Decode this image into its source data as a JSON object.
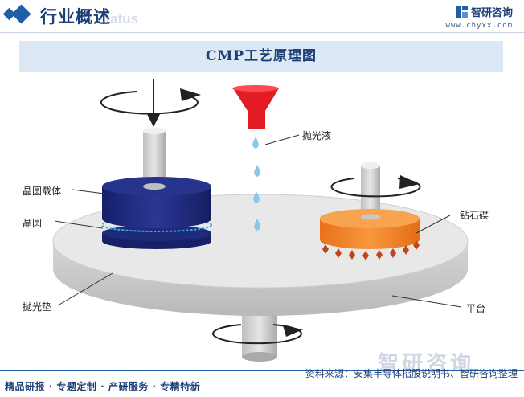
{
  "header": {
    "title": "行业概述",
    "ghost_text": "status",
    "brand_name": "智研咨询",
    "brand_url": "www.chyxx.com"
  },
  "banner": {
    "title": "CMP工艺原理图"
  },
  "diagram": {
    "labels": {
      "wafer_carrier": "晶圆载体",
      "wafer": "晶圆",
      "slurry": "抛光液",
      "diamond_disk": "钻石碟",
      "polishing_pad": "抛光垫",
      "platen": "平台"
    },
    "colors": {
      "carrier": "#1f2a78",
      "disk": "#f2852c",
      "slurry": "#e31b23",
      "platen": "#d9d9d9"
    }
  },
  "footer": {
    "left": "精品研报 · 专题定制 · 产研服务 · 专精特新",
    "source": "资料来源：安集半导体招股说明书、智研咨询整理",
    "watermark": "智研咨询"
  }
}
